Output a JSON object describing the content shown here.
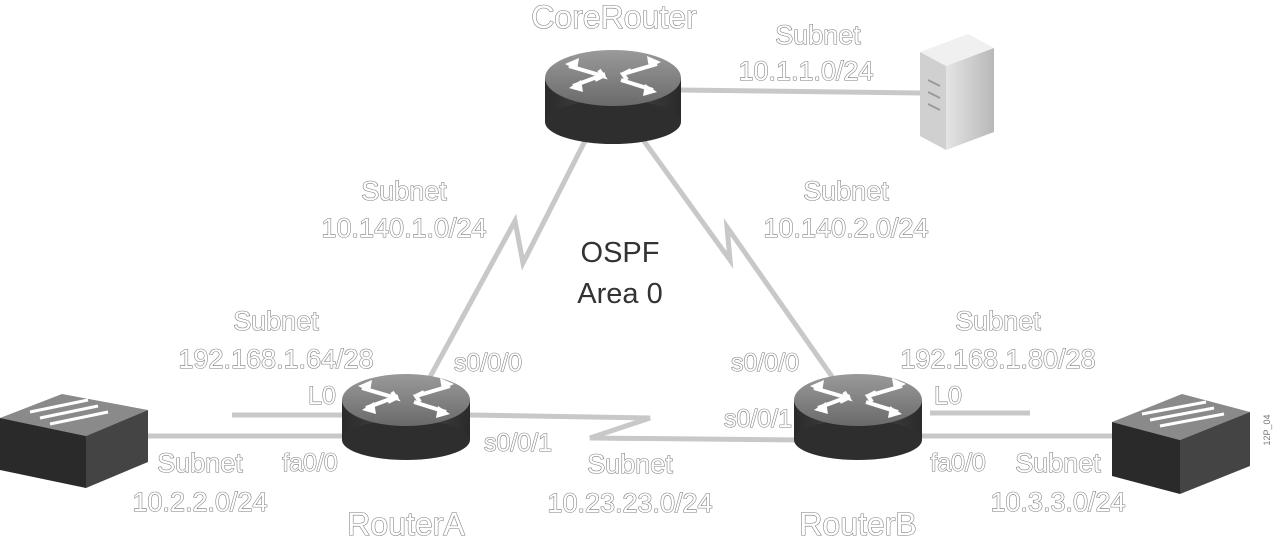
{
  "core_router": {
    "name": "CoreRouter"
  },
  "router_a": {
    "name": "RouterA",
    "s0_0_0": "s0/0/0",
    "s0_0_1": "s0/0/1",
    "lo": "L0",
    "fa": "fa0/0"
  },
  "router_b": {
    "name": "RouterB",
    "s0_0_0": "s0/0/0",
    "s0_0_1": "s0/0/1",
    "lo": "L0",
    "fa": "fa0/0"
  },
  "area": {
    "line1": "OSPF",
    "line2": "Area 0"
  },
  "subnets": {
    "server": {
      "word": "Subnet",
      "addr": "10.1.1.0/24"
    },
    "core_a": {
      "word": "Subnet",
      "addr": "10.140.1.0/24"
    },
    "core_b": {
      "word": "Subnet",
      "addr": "10.140.2.0/24"
    },
    "loop_a": {
      "word": "Subnet",
      "addr": "192.168.1.64/28"
    },
    "loop_b": {
      "word": "Subnet",
      "addr": "192.168.1.80/28"
    },
    "a_b": {
      "word": "Subnet",
      "addr": "10.23.23.0/24"
    },
    "lan_a": {
      "word": "Subnet",
      "addr": "10.2.2.0/24"
    },
    "lan_b": {
      "word": "Subnet",
      "addr": "10.3.3.0/24"
    }
  },
  "figure_id": "12P_04",
  "colors": {
    "link": "#c8c8c8",
    "device_dark": "#3a3a3a",
    "device_top": "#8a8a8a",
    "label_outline": "#7a7a7a"
  }
}
